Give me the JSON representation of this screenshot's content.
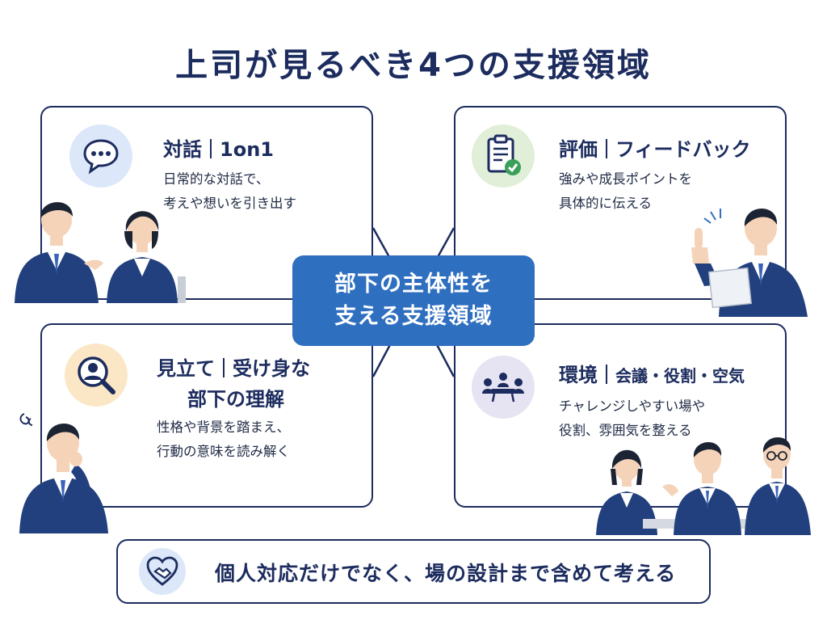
{
  "title": "上司が見るべき4つの支援領域",
  "center": {
    "line1": "部下の主体性を",
    "line2": "支える支援領域"
  },
  "cards": {
    "dialogue": {
      "heading_main": "対話",
      "heading_sub": "1on1",
      "body1": "日常的な対話で、",
      "body2": "考えや想いを引き出す",
      "icon": "chat-bubble-icon"
    },
    "feedback": {
      "heading_main": "評価",
      "heading_sub": "フィードバック",
      "body1": "強みや成長ポイントを",
      "body2": "具体的に伝える",
      "icon": "clipboard-check-icon"
    },
    "insight": {
      "heading_main": "見立て",
      "heading_sub": "受け身な",
      "heading_line2": "部下の理解",
      "body1": "性格や背景を踏まえ、",
      "body2": "行動の意味を読み解く",
      "icon": "person-search-icon"
    },
    "env": {
      "heading_main": "環境",
      "heading_sub": "会議・役割・空気",
      "body1": "チャレンジしやすい場や",
      "body2": "役割、雰囲気を整える",
      "icon": "meeting-table-icon"
    }
  },
  "footer": {
    "text": "個人対応だけでなく、場の設計まで含めて考える",
    "icon": "handshake-heart-icon"
  },
  "colors": {
    "navy": "#1c2c5e",
    "center_blue": "#2f6fc0",
    "suit": "#22407e"
  }
}
